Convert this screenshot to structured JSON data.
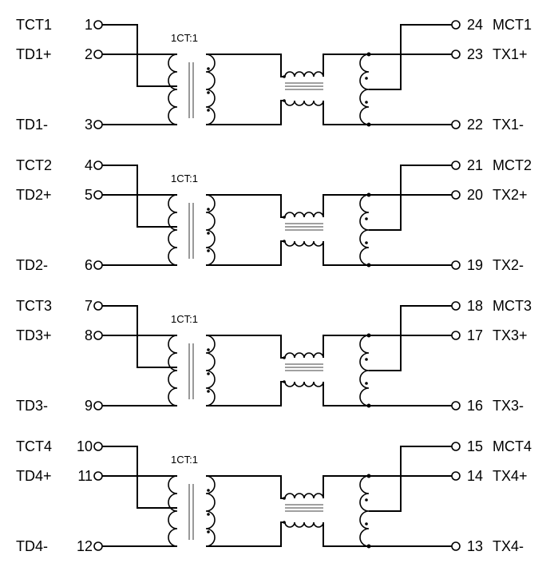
{
  "ratio_label": "1CT:1",
  "channels": [
    {
      "left": [
        {
          "name": "TCT1",
          "num": "1"
        },
        {
          "name": "TD1+",
          "num": "2"
        },
        {
          "name": "TD1-",
          "num": "3"
        }
      ],
      "right": [
        {
          "num": "24",
          "name": "MCT1"
        },
        {
          "num": "23",
          "name": "TX1+"
        },
        {
          "num": "22",
          "name": "TX1-"
        }
      ]
    },
    {
      "left": [
        {
          "name": "TCT2",
          "num": "4"
        },
        {
          "name": "TD2+",
          "num": "5"
        },
        {
          "name": "TD2-",
          "num": "6"
        }
      ],
      "right": [
        {
          "num": "21",
          "name": "MCT2"
        },
        {
          "num": "20",
          "name": "TX2+"
        },
        {
          "num": "19",
          "name": "TX2-"
        }
      ]
    },
    {
      "left": [
        {
          "name": "TCT3",
          "num": "7"
        },
        {
          "name": "TD3+",
          "num": "8"
        },
        {
          "name": "TD3-",
          "num": "9"
        }
      ],
      "right": [
        {
          "num": "18",
          "name": "MCT3"
        },
        {
          "num": "17",
          "name": "TX3+"
        },
        {
          "num": "16",
          "name": "TX3-"
        }
      ]
    },
    {
      "left": [
        {
          "name": "TCT4",
          "num": "10"
        },
        {
          "name": "TD4+",
          "num": "11"
        },
        {
          "name": "TD4-",
          "num": "12"
        }
      ],
      "right": [
        {
          "num": "15",
          "name": "MCT4"
        },
        {
          "num": "14",
          "name": "TX4+"
        },
        {
          "num": "13",
          "name": "TX4-"
        }
      ]
    }
  ]
}
